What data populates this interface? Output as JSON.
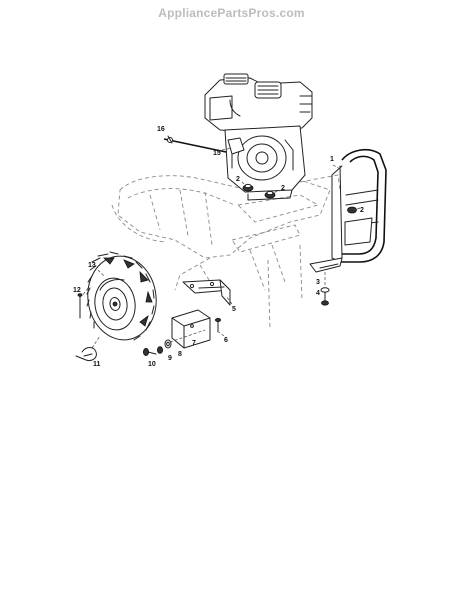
{
  "watermark": "AppliancePartsPros.com",
  "callouts": {
    "c1": "1",
    "c2a": "2",
    "c2b": "2",
    "c2c": "2",
    "c3": "3",
    "c4": "4",
    "c5": "5",
    "c6": "6",
    "c7": "7",
    "c8": "8",
    "c9": "9",
    "c10": "10",
    "c11": "11",
    "c12": "12",
    "c13": "13",
    "c15": "15",
    "c16": "16"
  }
}
